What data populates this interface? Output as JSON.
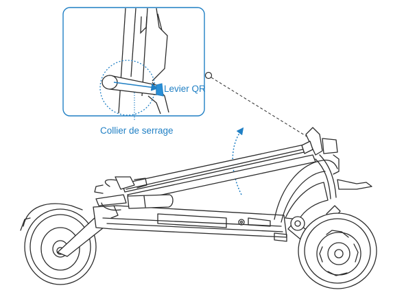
{
  "labels": {
    "qr_lever": "Levier QR",
    "clamp": "Collier de serrage"
  },
  "colors": {
    "line": "#2b2b2b",
    "accent": "#1f7fc4",
    "accent_fill": "#2a8fd6"
  },
  "icons": {
    "fold_arrow": "curved-arrow-up"
  }
}
